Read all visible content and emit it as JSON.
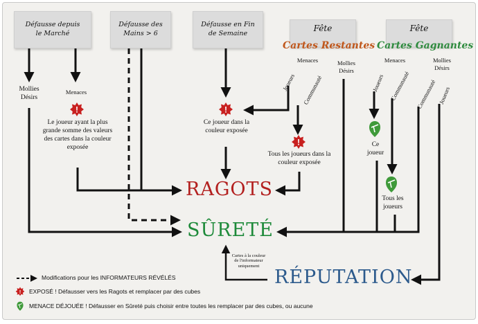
{
  "source_boxes": {
    "defausse_marche": "Défausse depuis le Marché",
    "defausse_mains": "Défausse des Mains > 6",
    "defausse_fin_semaine": "Défausse en Fin de Semaine",
    "fete_left_title": "Fête",
    "fete_right_title": "Fête"
  },
  "fete_left_subtitle": "Cartes Restantes",
  "fete_right_subtitle": "Cartes Gagnantes",
  "labels": {
    "mollies_desirs_left": "Mollies Désirs",
    "menaces_left": "Menaces",
    "joueur_plus_grande": "Le joueur ayant la plus grande somme des valeurs des cartes dans la couleur exposée",
    "ce_joueur_couleur": "Ce joueur dans la couleur exposée",
    "fete_r_menaces": "Menaces",
    "fete_r_mollies": "Mollies Désirs",
    "fete_r_joueurs": "Joueurs",
    "fete_r_communaute": "Communauté",
    "tous_joueurs_couleur": "Tous les joueurs dans la couleur exposée",
    "fete_g_joueurs": "Joueurs",
    "fete_g_menaces": "Menaces",
    "fete_g_communaute": "Communauté",
    "fete_g_mollies": "Mollies Désirs",
    "fete_g_communaute2": "Communauté",
    "fete_g_joueurs2": "Joueurs",
    "ce_joueur": "Ce joueur",
    "tous_les_joueurs": "Tous les joueurs",
    "informateur_note": "Cartes à la couleur de l'informateur uniquement"
  },
  "destinations": {
    "ragots": "RAGOTS",
    "surete": "SÛRETÉ",
    "reputation": "RÉPUTATION"
  },
  "legend": {
    "dashed": "Modifications pour les INFORMATEURS RÉVÉLÉS",
    "expose": "EXPOSÉ ! Défausser vers les Ragots et remplacer par des cubes",
    "menace_dejouee": "MENACE DÉJOUÉE ! Défausser en Sûreté puis choisir entre toutes les remplacer par des cubes, ou aucune"
  },
  "colors": {
    "ragots": "#b3201f",
    "surete": "#1e8a3a",
    "reputation": "#2c5a8c",
    "cartes_restantes": "#c0571b",
    "cartes_gagnantes": "#2e8b3e",
    "expose_icon": "#c8201f",
    "menace_icon": "#3f9a3a"
  },
  "icons": [
    "expose-icon",
    "menace-dejouee-icon"
  ]
}
